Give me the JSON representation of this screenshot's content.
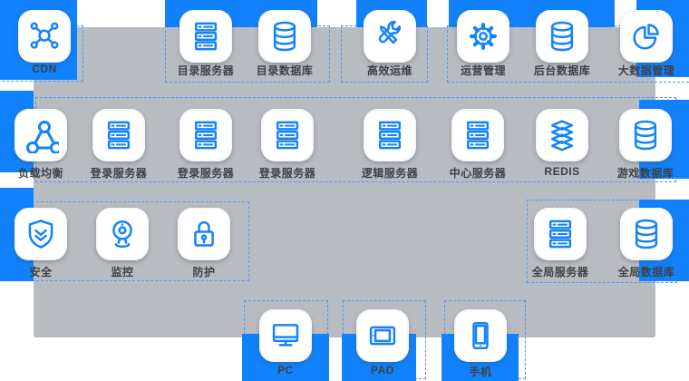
{
  "colors": {
    "accent_blue": "#1182fc",
    "panel_gray": "#b8bcc1",
    "icon_blue": "#1483fb",
    "outline_dash_blue": "#4f94f7",
    "label_dark": "#3d4146"
  },
  "nodes": [
    {
      "label": "CDN",
      "icon": "cdn-icon"
    },
    {
      "label": "目录服务器",
      "icon": "server-icon"
    },
    {
      "label": "目录数据库",
      "icon": "database-icon"
    },
    {
      "label": "高效运维",
      "icon": "tools-icon"
    },
    {
      "label": "运营管理",
      "icon": "gear-icon"
    },
    {
      "label": "后台数据库",
      "icon": "database-icon"
    },
    {
      "label": "大数据管理",
      "icon": "pie-chart-icon"
    },
    {
      "label": "负载均衡",
      "icon": "load-balancer-icon"
    },
    {
      "label": "登录服务器",
      "icon": "server-icon"
    },
    {
      "label": "登录服务器",
      "icon": "server-icon"
    },
    {
      "label": "登录服务器",
      "icon": "server-icon"
    },
    {
      "label": "逻辑服务器",
      "icon": "server-icon"
    },
    {
      "label": "中心服务器",
      "icon": "server-icon"
    },
    {
      "label": "REDIS",
      "icon": "layers-icon"
    },
    {
      "label": "游戏数据库",
      "icon": "database-icon"
    },
    {
      "label": "安全",
      "icon": "shield-icon"
    },
    {
      "label": "监控",
      "icon": "webcam-icon"
    },
    {
      "label": "防护",
      "icon": "lock-icon"
    },
    {
      "label": "全局服务器",
      "icon": "server-icon"
    },
    {
      "label": "全局数据库",
      "icon": "database-icon"
    },
    {
      "label": "PC",
      "icon": "monitor-icon"
    },
    {
      "label": "PAD",
      "icon": "tablet-icon"
    },
    {
      "label": "手机",
      "icon": "phone-icon"
    }
  ]
}
